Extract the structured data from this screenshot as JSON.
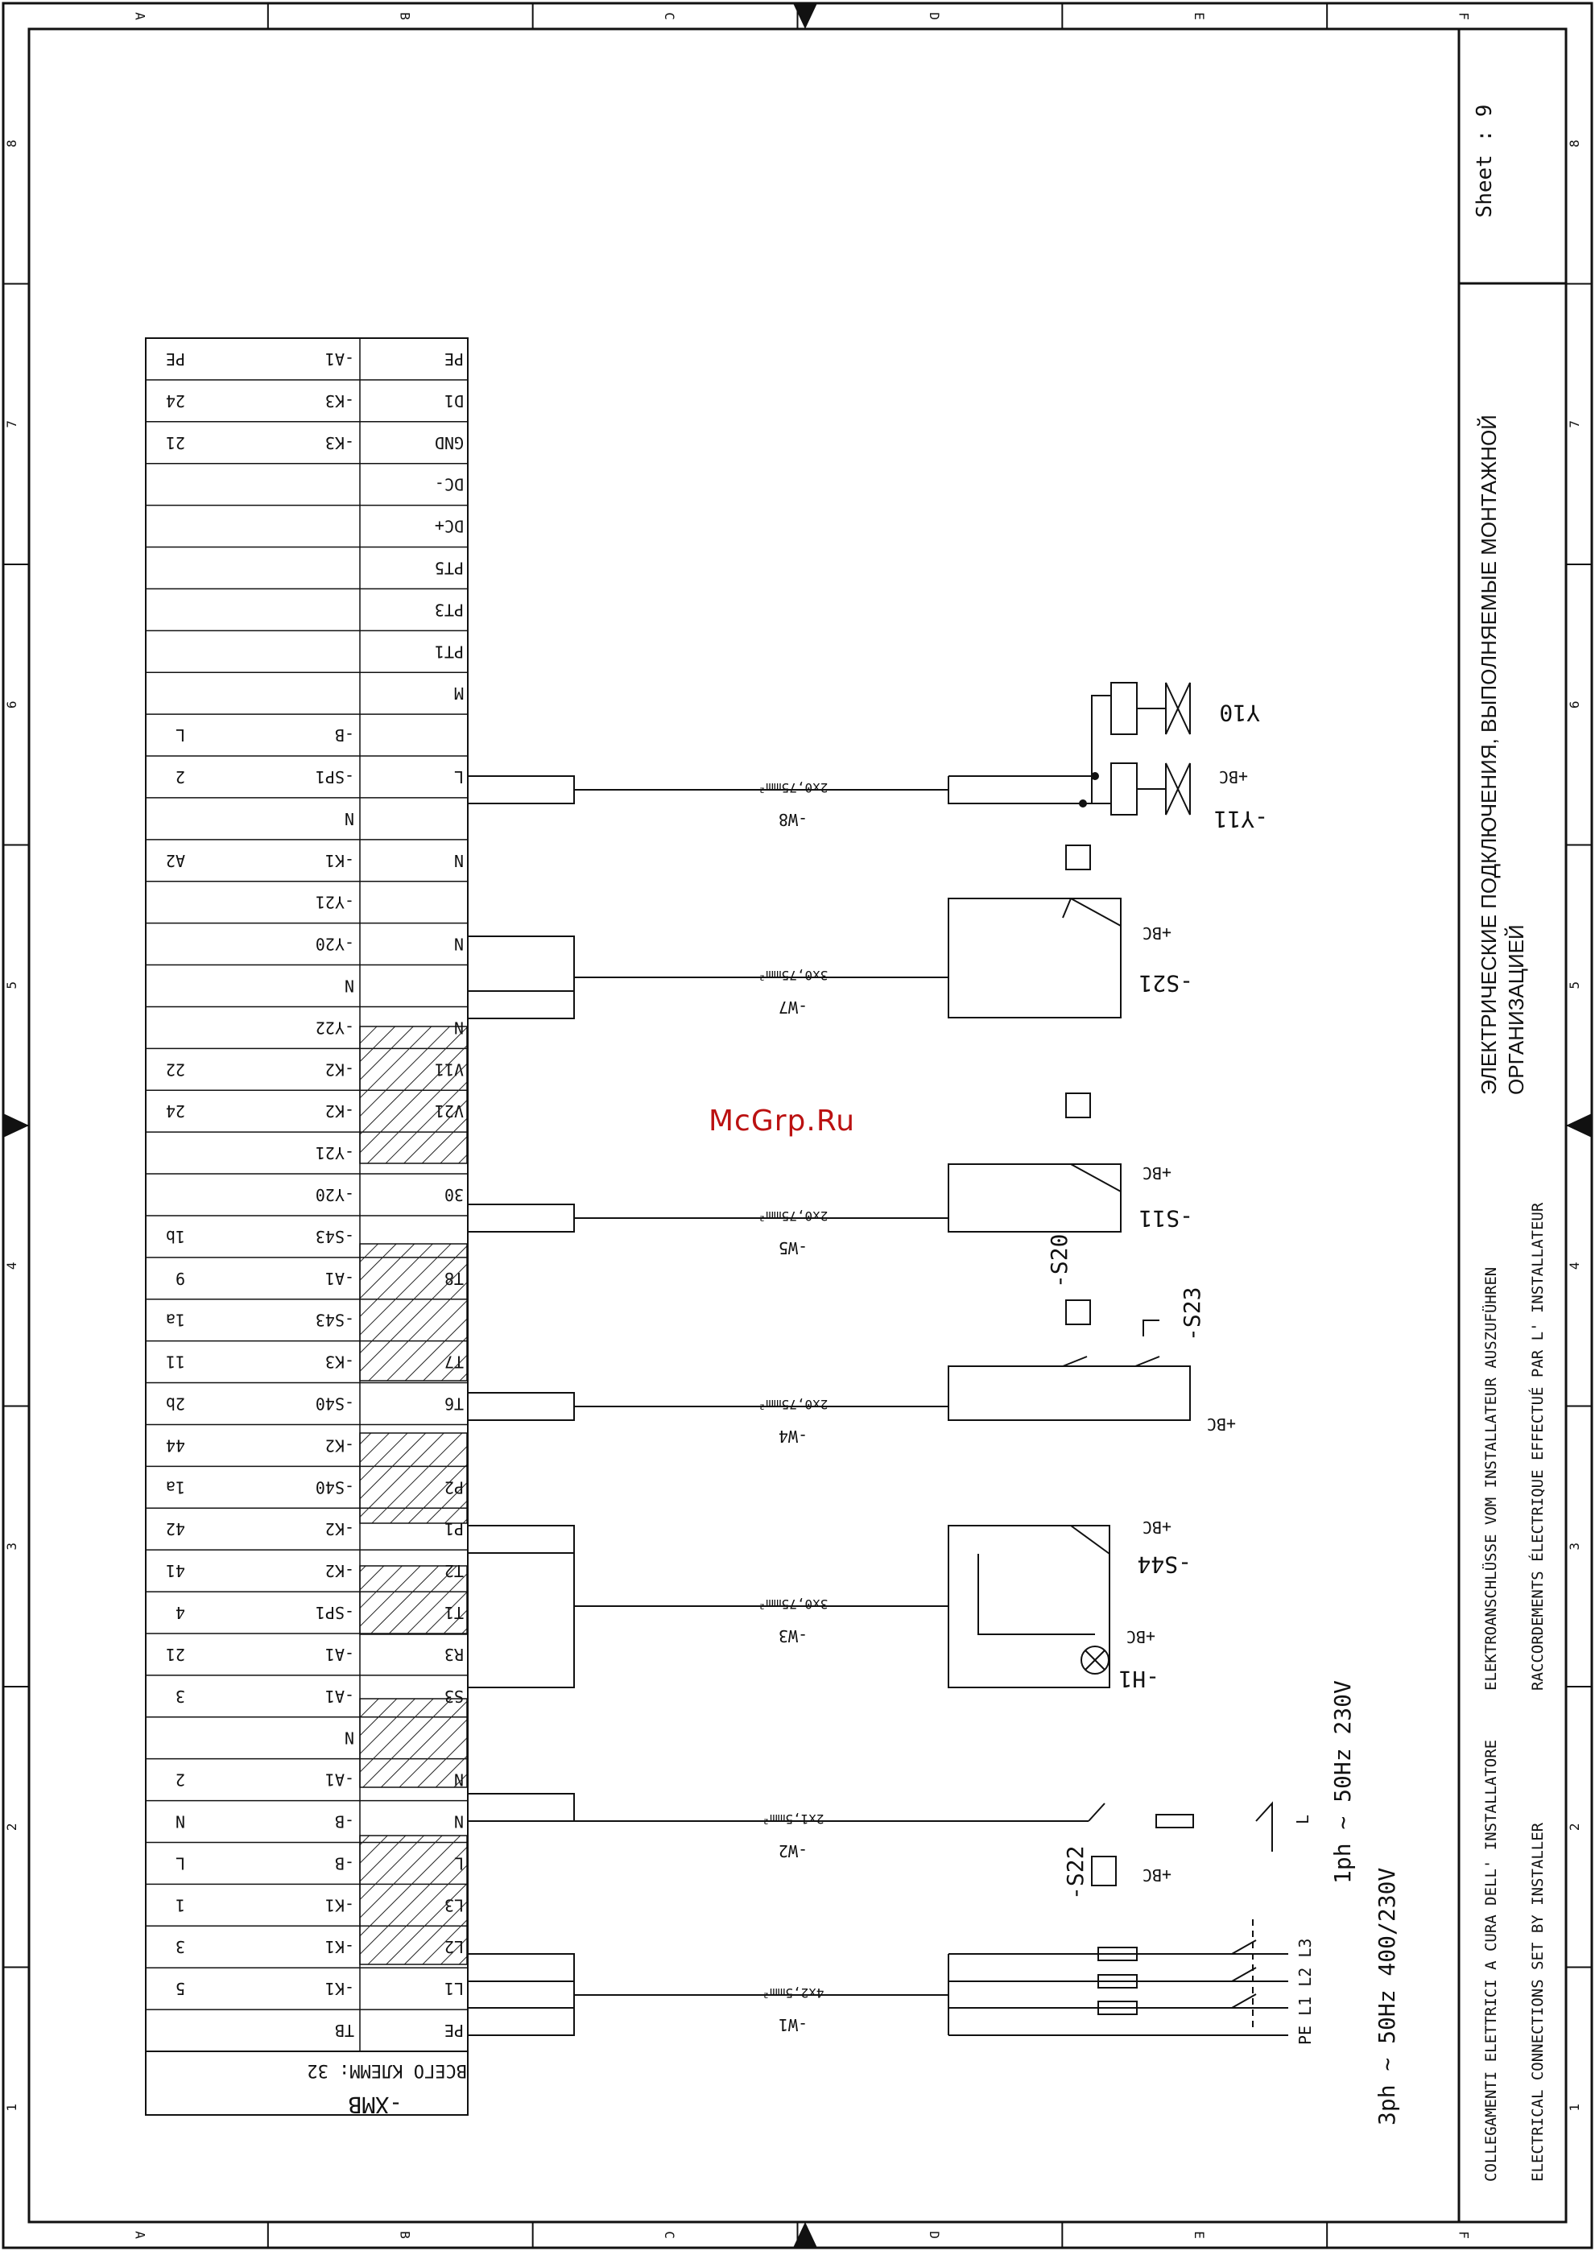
{
  "frame": {
    "columns": [
      "A",
      "B",
      "C",
      "D",
      "E",
      "F"
    ],
    "rows": [
      "1",
      "2",
      "3",
      "4",
      "5",
      "6",
      "7",
      "8"
    ]
  },
  "watermark": "McGrp.Ru",
  "title_block": {
    "sheet_label": "Sheet",
    "sheet_sep": ":",
    "sheet_no": "9",
    "title_ru_1": "ЭЛЕКТРИЧЕСКИЕ ПОДКЛЮЧЕНИЯ, ВЫПОЛНЯЕМЫЕ МОНТАЖНОЙ",
    "title_ru_2": "ОРГАНИЗАЦИЕЙ",
    "title_it": "COLLEGAMENTI ELETTRICI A CURA DELL' INSTALLATORE",
    "title_en": "ELECTRICAL CONNECTIONS SET BY INSTALLER",
    "title_de": "ELEKTROANSCHLÜSSE VOM INSTALLATEUR AUSZUFÜHREN",
    "title_fr": "RACCORDEMENTS ÉLECTRIQUE EFFECTUÉ PAR L' INSTALLATEUR"
  },
  "terminal_block": {
    "name": "-XMB",
    "count_label": "ВСЕГО КЛЕММ: 32",
    "rows": [
      {
        "t": "PE",
        "dev": "-A1",
        "pin": "PE"
      },
      {
        "t": "D1",
        "dev": "-K3",
        "pin": "24"
      },
      {
        "t": "GND",
        "dev": "-K3",
        "pin": "21"
      },
      {
        "t": "DC-",
        "dev": "",
        "pin": ""
      },
      {
        "t": "DC+",
        "dev": "",
        "pin": ""
      },
      {
        "t": "PT5",
        "dev": "",
        "pin": ""
      },
      {
        "t": "PT3",
        "dev": "",
        "pin": ""
      },
      {
        "t": "PT1",
        "dev": "",
        "pin": ""
      },
      {
        "t": "M",
        "dev": "",
        "pin": ""
      },
      {
        "t": "",
        "dev": "-B",
        "pin": "L"
      },
      {
        "t": "L",
        "dev": "-SP1",
        "pin": "2"
      },
      {
        "t": "",
        "dev": "N",
        "pin": ""
      },
      {
        "t": "N",
        "dev": "-K1",
        "pin": "A2"
      },
      {
        "t": "",
        "dev": "-Y21",
        "pin": ""
      },
      {
        "t": "N",
        "dev": "-Y20",
        "pin": ""
      },
      {
        "t": "",
        "dev": "N",
        "pin": ""
      },
      {
        "t": "N",
        "dev": "-Y22",
        "pin": ""
      },
      {
        "t": "V11",
        "dev": "-K2",
        "pin": "22"
      },
      {
        "t": "V21",
        "dev": "-K2",
        "pin": "24"
      },
      {
        "t": "",
        "dev": "-Y21",
        "pin": ""
      },
      {
        "t": "30",
        "dev": "-Y20",
        "pin": ""
      },
      {
        "t": "",
        "dev": "-S43",
        "pin": "1b"
      },
      {
        "t": "T8",
        "dev": "-A1",
        "pin": "9"
      },
      {
        "t": "",
        "dev": "-S43",
        "pin": "1a"
      },
      {
        "t": "T7",
        "dev": "-K3",
        "pin": "11"
      },
      {
        "t": "T6",
        "dev": "-S40",
        "pin": "2b"
      },
      {
        "t": "",
        "dev": "-K2",
        "pin": "44"
      },
      {
        "t": "P2",
        "dev": "-S40",
        "pin": "1a"
      },
      {
        "t": "P1",
        "dev": "-K2",
        "pin": "42"
      },
      {
        "t": "T2",
        "dev": "-K2",
        "pin": "41"
      },
      {
        "t": "T1",
        "dev": "-SP1",
        "pin": "4"
      },
      {
        "t": "R3",
        "dev": "-A1",
        "pin": "21"
      },
      {
        "t": "S3",
        "dev": "-A1",
        "pin": "3"
      },
      {
        "t": "",
        "dev": "N",
        "pin": ""
      },
      {
        "t": "N",
        "dev": "-A1",
        "pin": "2"
      },
      {
        "t": "N",
        "dev": "-B",
        "pin": "N"
      },
      {
        "t": "L",
        "dev": "-B",
        "pin": "L"
      },
      {
        "t": "L3",
        "dev": "-K1",
        "pin": "1"
      },
      {
        "t": "L2",
        "dev": "-K1",
        "pin": "3"
      },
      {
        "t": "L1",
        "dev": "-K1",
        "pin": "5"
      },
      {
        "t": "PE",
        "dev": "TB",
        "pin": ""
      }
    ]
  },
  "cables": [
    {
      "id": "-W1",
      "spec": "4x2,5mm²"
    },
    {
      "id": "-W2",
      "spec": "2x1,5mm²"
    },
    {
      "id": "-W3",
      "spec": "3x0,75mm²"
    },
    {
      "id": "-W4",
      "spec": "2x0,75mm²"
    },
    {
      "id": "-W5",
      "spec": "2x0,75mm²"
    },
    {
      "id": "-W7",
      "spec": "3x0,75mm²"
    },
    {
      "id": "-W8",
      "spec": "2x0,75mm²"
    }
  ],
  "devices": {
    "y11": "-Y11",
    "y10": "Y10",
    "bc": "+BC",
    "s21": "-S21",
    "s11": "-S11",
    "s20": "-S20",
    "s23": "-S23",
    "s44": "-S44",
    "h1": "-H1",
    "s22": "-S22",
    "supply_3ph": "3ph ~ 50Hz 400/230V",
    "supply_1ph": "1ph ~ 50Hz 230V",
    "phases": "PE L1 L2 L3",
    "l": "L"
  }
}
